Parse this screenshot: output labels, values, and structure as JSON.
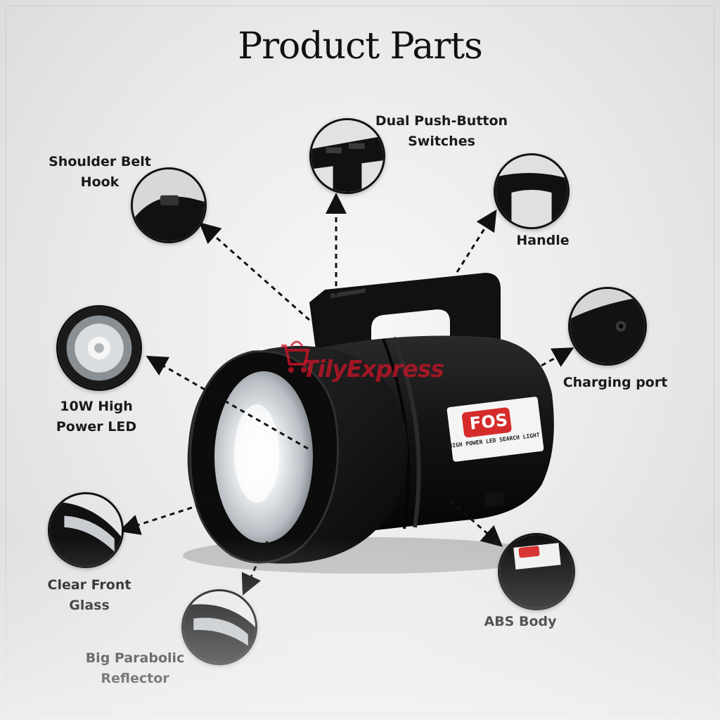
{
  "title": "Product Parts",
  "labels": {
    "shoulder_belt_hook": [
      "Shoulder Belt",
      "Hook"
    ],
    "dual_switches": [
      "Dual Push-Button",
      "Switches"
    ],
    "handle": [
      "Handle"
    ],
    "charging_port": [
      "Charging port"
    ],
    "high_power_led": [
      "10W High",
      "Power LED"
    ],
    "clear_front_glass": [
      "Clear Front",
      "Glass"
    ],
    "parabolic_reflector": [
      "Big Parabolic",
      "Reflector"
    ],
    "abs_body": [
      "ABS Body"
    ]
  },
  "product_label": {
    "brand": "FOS",
    "subtitle": "HIGH POWER LED SEARCH LIGHT"
  },
  "watermark": "TilyExpress",
  "colors": {
    "brand_red": "#d62b2b",
    "body_black": "#111111",
    "watermark_red": "#d21428"
  }
}
